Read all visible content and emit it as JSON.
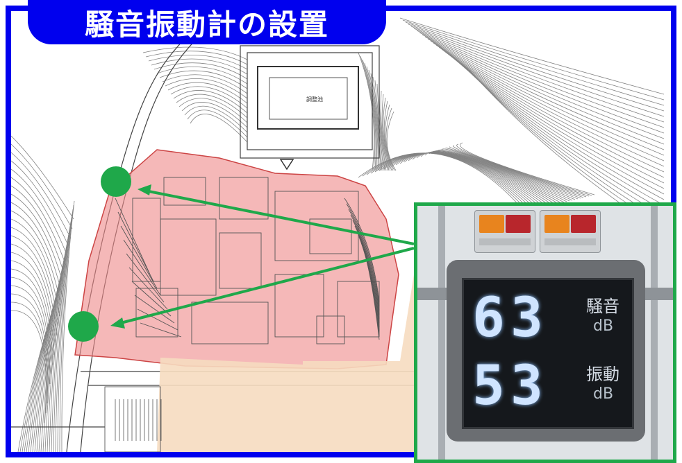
{
  "title": "騒音振動計の設置",
  "map": {
    "building_label": "調整池",
    "colors": {
      "frame": "#0000ee",
      "site_area": "#ee8888",
      "pavement": "#f6dcc0",
      "marker": "#1fa84a",
      "contour": "#5a5a5a"
    }
  },
  "markers": [
    {
      "name": "measurement-point-north",
      "icon": "green-circle"
    },
    {
      "name": "measurement-point-south",
      "icon": "green-circle"
    }
  ],
  "display": {
    "noise_value": "63",
    "noise_label": "騒音",
    "noise_unit": "dB",
    "vibration_value": "53",
    "vibration_label": "振動",
    "vibration_unit": "dB"
  }
}
